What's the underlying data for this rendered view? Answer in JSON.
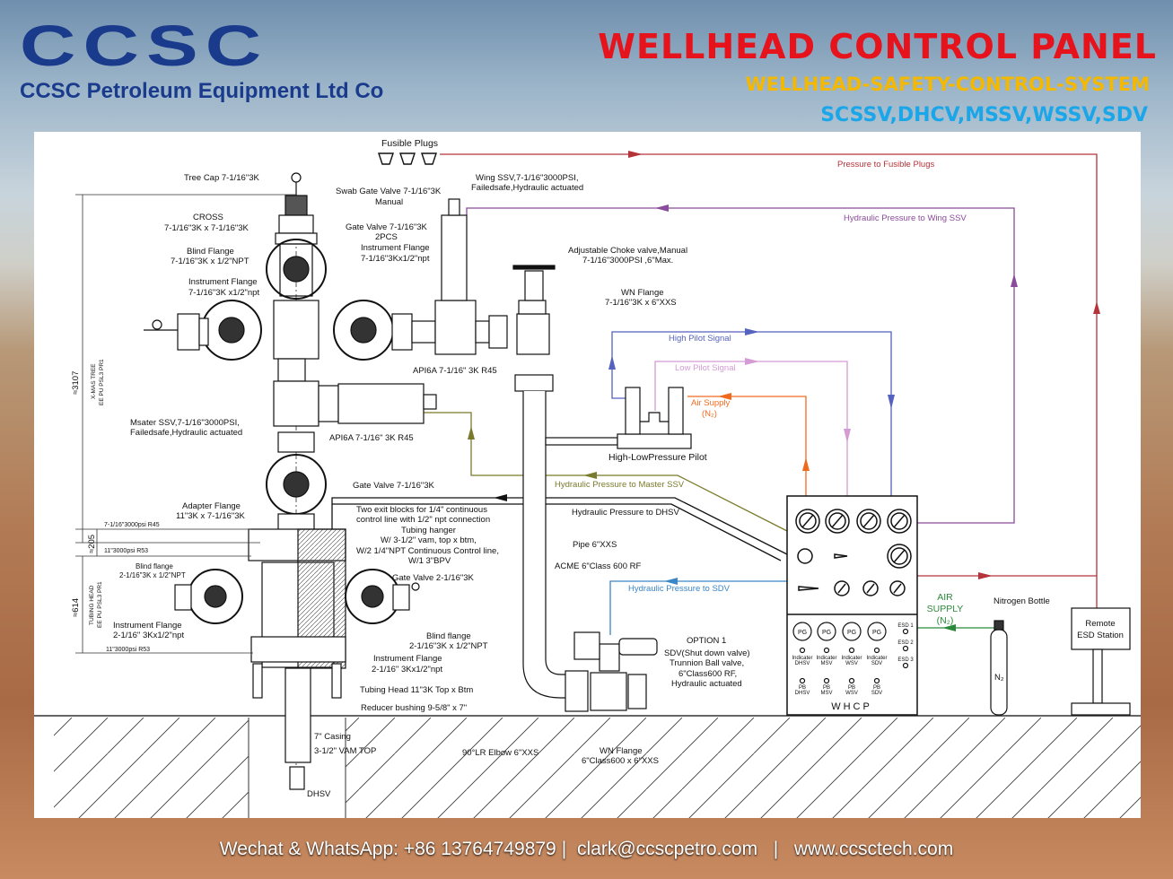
{
  "header": {
    "logo": "CCSC",
    "company": "CCSC Petroleum Equipment Ltd Co",
    "title": "WELLHEAD CONTROL PANEL",
    "subtitle": "WELLHEAD-SAFETY-CONTROL-SYSTEM",
    "valves": "SCSSV,DHCV,MSSV,WSSV,SDV"
  },
  "labels": {
    "fusible": "Fusible Plugs",
    "tree_cap": "Tree Cap 7-1/16\"3K",
    "swab1": "Swab Gate Valve 7-1/16\"3K",
    "swab2": "Manual",
    "cross1": "CROSS",
    "cross2": "7-1/16\"3K x 7-1/16\"3K",
    "blind1": "Blind Flange",
    "blind2": "7-1/16\"3K x 1/2\"NPT",
    "instr1": "Instrument Flange",
    "instr2": "7-1/16\"3K x1/2\"npt",
    "gate1": "Gate Valve 7-1/16\"3K",
    "gate2": "2PCS",
    "instr_r1": "Instrument Flange",
    "instr_r2": "7-1/16\"3Kx1/2\"npt",
    "wing1": "Wing SSV,7-1/16\"3000PSI,",
    "wing2": "Failedsafe,Hydraulic actuated",
    "choke1": "Adjustable Choke valve,Manual",
    "choke2": "7-1/16\"3000PSI ,6\"Max.",
    "wn1": "WN Flange",
    "wn2": "7-1/16\"3K x 6\"XXS",
    "api1": "API6A 7-1/16\" 3K R45",
    "mssv1": "Msater SSV,7-1/16\"3000PSI,",
    "mssv2": "Failedsafe,Hydraulic actuated",
    "api2": "API6A 7-1/16\" 3K R45",
    "gate_low": "Gate Valve 7-1/16\"3K",
    "adapter1": "Adapter Flange",
    "adapter2": "11\"3K x 7-1/16\"3K",
    "r45": "7-1/16\"3000psi R45",
    "r53a": "11\"3000psi R53",
    "exit1": "Two exit blocks for 1/4\"  continuous",
    "exit2": "control line with 1/2\" npt connection",
    "hanger1": "Tubing hanger",
    "hanger2": "W/ 3-1/2\" vam, top x btm,",
    "hanger3": "W/2  1/4\"NPT Continuous Control line,",
    "hanger4": "W/1 3\"BPV",
    "bflange_l1": "Blind flange",
    "bflange_l2": "2-1/16\"3K x 1/2\"NPT",
    "gate21": "Gate Valve 2-1/16\"3K",
    "instr_l1": "Instrument Flange",
    "instr_l2": "2-1/16\" 3Kx1/2\"npt",
    "r53b": "11\"3000psi R53",
    "bflange_r1": "Blind flange",
    "bflange_r2": "2-1/16\"3K x 1/2\"NPT",
    "instr_rb1": "Instrument Flange",
    "instr_rb2": "2-1/16\" 3Kx1/2\"npt",
    "tubing_head": "Tubing Head 11\"3K Top x Btm",
    "reducer": "Reducer bushing 9-5/8\" x 7\"",
    "casing": "7\" Casing",
    "vam": "3-1/2\" VAM  TOP",
    "dhsv": "DHSV",
    "pipe": "Pipe 6\"XXS",
    "acme": "ACME  6\"Class 600 RF",
    "elbow": "90°LR Elbow 6\"XXS",
    "wn_b1": "WN Flange",
    "wn_b2": "6\"Class600 x 6\"XXS",
    "option": "OPTION 1",
    "sdv1": "SDV(Shut down valve)",
    "sdv2": "Trunnion Ball valve,",
    "sdv3": "6\"Class600 RF,",
    "sdv4": "Hydraulic actuated",
    "pilot": "High-LowPressure Pilot",
    "nitrogen": "Nitrogen Bottle",
    "n2": "N₂",
    "remote1": "Remote",
    "remote2": "ESD Station",
    "dim_tree": "≈3107",
    "tree1": "X-MAS TREE",
    "tree2": "EE PU PSL3 PR1",
    "dim_205": "≈205",
    "dim_614": "≈614",
    "head1": "TUBING HEAD",
    "head2": "EE PU PSL3 PR1"
  },
  "lines": {
    "fusible_press": {
      "label": "Pressure to Fusible Plugs",
      "color": "#b5333a"
    },
    "wing_press": {
      "label": "Hydraulic Pressure to Wing SSV",
      "color": "#8b4b9b"
    },
    "high": {
      "label": "High Pilot Signal",
      "color": "#5562c0"
    },
    "low": {
      "label": "Low Pilot Signal",
      "color": "#d49bd4"
    },
    "air1": {
      "label": "Air Supply",
      "label2": "(N₂)",
      "color": "#f06a1e"
    },
    "mssv_press": {
      "label": "Hydraulic Pressure to Master SSV",
      "color": "#7a7a2c"
    },
    "dhsv_press": {
      "label": "Hydraulic Pressure to DHSV",
      "color": "#111111"
    },
    "sdv_press": {
      "label": "Hydraulic Pressure to SDV",
      "color": "#3a86c8"
    },
    "air_supply": {
      "l1": "AIR",
      "l2": "SUPPLY",
      "l3": "(N₂)",
      "color": "#2a8a3a"
    }
  },
  "panel": {
    "name": "WHCP",
    "pg": [
      "PG",
      "PG",
      "PG",
      "PG"
    ],
    "indicators": [
      [
        "Indicater",
        "DHSV"
      ],
      [
        "Indicater",
        "MSV"
      ],
      [
        "Indicater",
        "WSV"
      ],
      [
        "Indicater",
        "SDV"
      ]
    ],
    "pb": [
      [
        "PB",
        "DHSV"
      ],
      [
        "PB",
        "MSV"
      ],
      [
        "PB",
        "WSV"
      ],
      [
        "PB",
        "SDV"
      ]
    ],
    "esd": [
      "ESD 1",
      "ESD 2",
      "ESD 3"
    ]
  },
  "footer": {
    "phone": "Wechat & WhatsApp: +86 13764749879",
    "email": "clark@ccscpetro.com",
    "web": "www.ccsctech.com"
  }
}
